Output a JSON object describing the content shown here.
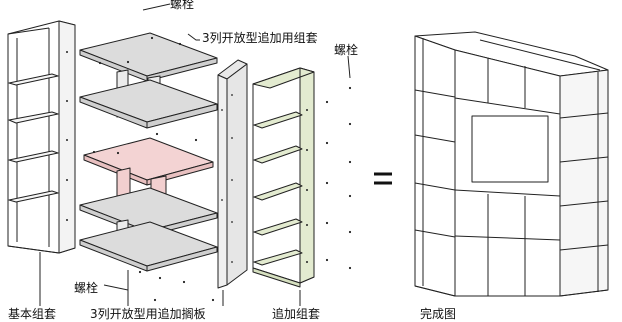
{
  "labels": {
    "bolt_top": "螺栓",
    "open_add_set": "3列开放型追加用组套",
    "bolt_right": "螺栓",
    "bolt_bottom": "螺栓",
    "basic_set": "基本组套",
    "add_shelf": "3列开放型用追加搁板",
    "add_set": "追加组套",
    "finished": "完成图",
    "equals": "="
  },
  "colors": {
    "line": "#222222",
    "white_face": "#ffffff",
    "gray_face": "#e3e3e3",
    "gray_top": "#dcdcdc",
    "pink_face": "#f2cfcf",
    "pink_top": "#f3d3d3",
    "green_face": "#e3ebd0"
  }
}
